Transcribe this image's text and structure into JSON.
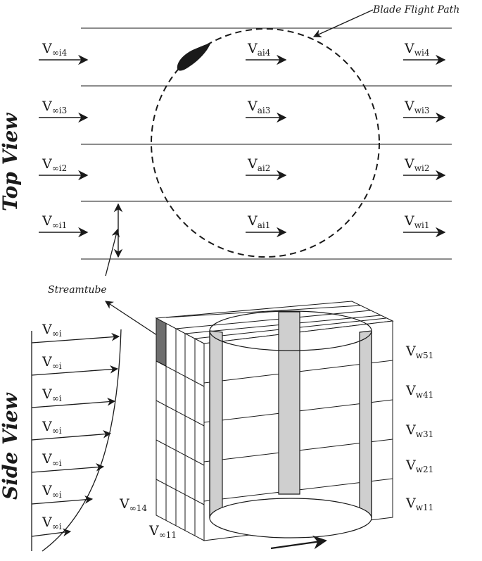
{
  "top_view": {
    "title": "Top View",
    "blade_path_label": "Blade Flight Path",
    "streamtube_label": "Streamtube",
    "rows": [
      {
        "free": {
          "main": "V",
          "sub": "∞i4"
        },
        "induced": {
          "main": "V",
          "sub": "ai4"
        },
        "wake": {
          "main": "V",
          "sub": "wi4"
        }
      },
      {
        "free": {
          "main": "V",
          "sub": "∞i3"
        },
        "induced": {
          "main": "V",
          "sub": "ai3"
        },
        "wake": {
          "main": "V",
          "sub": "wi3"
        }
      },
      {
        "free": {
          "main": "V",
          "sub": "∞i2"
        },
        "induced": {
          "main": "V",
          "sub": "ai2"
        },
        "wake": {
          "main": "V",
          "sub": "wi2"
        }
      },
      {
        "free": {
          "main": "V",
          "sub": "∞i1"
        },
        "induced": {
          "main": "V",
          "sub": "ai1"
        },
        "wake": {
          "main": "V",
          "sub": "wi1"
        }
      }
    ]
  },
  "side_view": {
    "title": "Side View",
    "profile_labels": [
      {
        "main": "V",
        "sub": "∞i"
      },
      {
        "main": "V",
        "sub": "∞i"
      },
      {
        "main": "V",
        "sub": "∞i"
      },
      {
        "main": "V",
        "sub": "∞i"
      },
      {
        "main": "V",
        "sub": "∞i"
      },
      {
        "main": "V",
        "sub": "∞i"
      },
      {
        "main": "V",
        "sub": "∞i"
      }
    ],
    "wake_labels": [
      {
        "main": "V",
        "sub": "w51"
      },
      {
        "main": "V",
        "sub": "w41"
      },
      {
        "main": "V",
        "sub": "w31"
      },
      {
        "main": "V",
        "sub": "w21"
      },
      {
        "main": "V",
        "sub": "w11"
      }
    ],
    "corner_labels": [
      {
        "main": "V",
        "sub": "∞14"
      },
      {
        "main": "V",
        "sub": "∞11"
      }
    ]
  },
  "colors": {
    "ink": "#1a1a1a",
    "shade": "#cfcfcf",
    "dark_shade": "#6e6e6e"
  }
}
